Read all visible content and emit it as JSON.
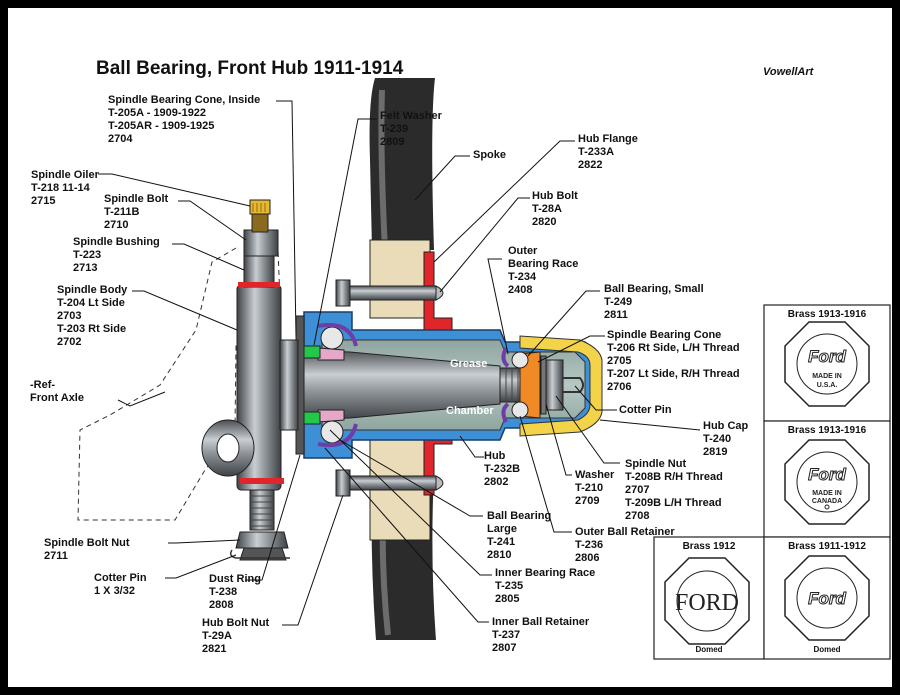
{
  "title": "Ball Bearing, Front Hub 1911-1914",
  "credit": "VowellArt",
  "labels": {
    "spindle_cone_inside": [
      "Spindle Bearing Cone, Inside",
      "T-205A - 1909-1922",
      "T-205AR - 1909-1925",
      "2704"
    ],
    "felt_washer": [
      "Felt Washer",
      "T-239",
      "2809"
    ],
    "hub_flange": [
      "Hub Flange",
      "T-233A",
      "2822"
    ],
    "spoke": [
      "Spoke"
    ],
    "hub_bolt": [
      "Hub Bolt",
      "T-28A",
      "2820"
    ],
    "outer_race": [
      "Outer",
      "Bearing Race",
      "T-234",
      "2408"
    ],
    "ball_small": [
      "Ball Bearing, Small",
      "T-249",
      "2811"
    ],
    "spindle_cone": [
      "Spindle Bearing Cone",
      "T-206 Rt Side, L/H Thread",
      "2705",
      "T-207 Lt Side, R/H Thread",
      "2706"
    ],
    "cotter_pin_right": [
      "Cotter Pin"
    ],
    "hub_cap": [
      "Hub Cap",
      "T-240",
      "2819"
    ],
    "spindle_nut": [
      "Spindle Nut",
      "T-208B R/H Thread",
      "2707",
      "T-209B L/H Thread",
      "2708"
    ],
    "washer": [
      "Washer",
      "T-210",
      "2709"
    ],
    "outer_retainer": [
      "Outer Ball Retainer",
      "T-236",
      "2806"
    ],
    "hub": [
      "Hub",
      "T-232B",
      "2802"
    ],
    "ball_large": [
      "Ball Bearing",
      "Large",
      "T-241",
      "2810"
    ],
    "inner_race": [
      "Inner Bearing Race",
      "T-235",
      "2805"
    ],
    "inner_retainer": [
      "Inner Ball Retainer",
      "T-237",
      "2807"
    ],
    "hub_bolt_nut": [
      "Hub Bolt Nut",
      "T-29A",
      "2821"
    ],
    "dust_ring": [
      "Dust Ring",
      "T-238",
      "2808"
    ],
    "cotter_pin_left": [
      "Cotter Pin",
      "1 X 3/32"
    ],
    "spindle_bolt_nut": [
      "Spindle Bolt Nut",
      "2711"
    ],
    "front_axle": [
      "-Ref-",
      "Front Axle"
    ],
    "spindle_body": [
      "Spindle Body",
      "T-204 Lt Side",
      "2703",
      "T-203 Rt Side",
      "2702"
    ],
    "spindle_bushing": [
      "Spindle Bushing",
      "T-223",
      "2713"
    ],
    "spindle_bolt": [
      "Spindle Bolt",
      "T-211B",
      "2710"
    ],
    "spindle_oiler": [
      "Spindle Oiler",
      "T-218 11-14",
      "2715"
    ]
  },
  "grease_labels": {
    "top": "Grease",
    "bottom": "Chamber"
  },
  "hub_caps": [
    {
      "title": "Brass 1913-1916",
      "logo": "Ford",
      "line1": "MADE IN",
      "line2": "U.S.A.",
      "foot": ""
    },
    {
      "title": "Brass 1913-1916",
      "logo": "Ford",
      "line1": "MADE IN",
      "line2": "CANADA",
      "foot": ""
    },
    {
      "title": "Brass 1912",
      "logo": "FORD",
      "line1": "",
      "line2": "",
      "foot": "Domed"
    },
    {
      "title": "Brass 1911-1912",
      "logo": "Ford",
      "line1": "",
      "line2": "",
      "foot": "Domed"
    }
  ],
  "colors": {
    "hub_blue": "#3d8fd6",
    "spoke_dark": "#2a2a2a",
    "wood": "#eadcb8",
    "flange_red": "#e0262b",
    "cap_yellow": "#f2d34a",
    "retainer_purple": "#6d3fa6",
    "seal_green": "#22c84a",
    "cone_orange": "#f08a24",
    "steel_gray": "#8a8f94",
    "oiler_gold": "#e8b830"
  }
}
